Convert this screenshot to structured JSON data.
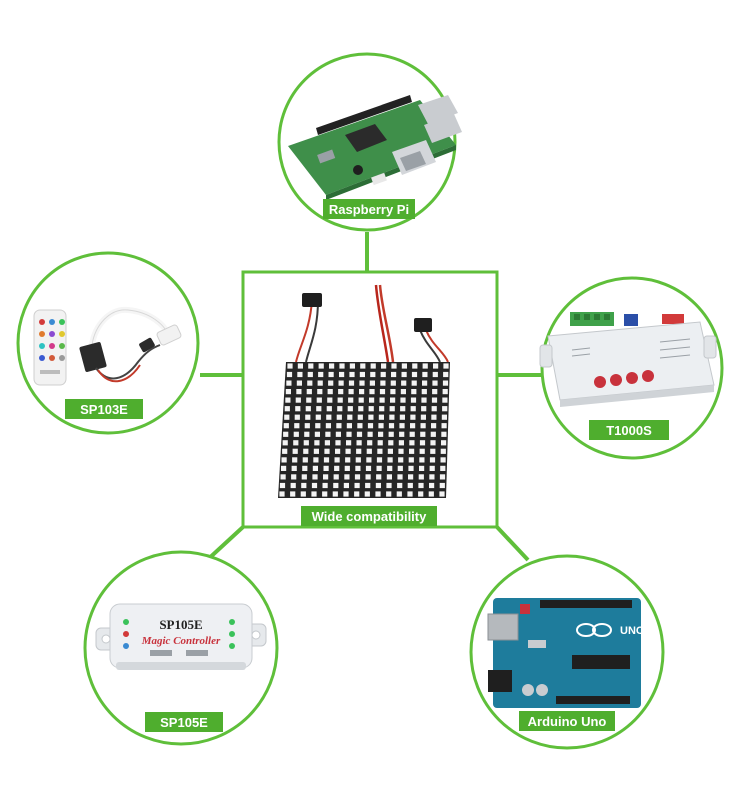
{
  "colors": {
    "accent": "#5fbf3a",
    "label_bg": "#4fae2e",
    "board_green": "#3f8f4a",
    "arduino_blue": "#1e7c9c",
    "controller_white": "#eceff2",
    "led_black": "#1c1c1c",
    "button_red": "#c8323c"
  },
  "icons": {
    "center": "led-matrix-panel-icon",
    "top": "raspberry-pi-board-icon",
    "left": "remote-and-controller-icon",
    "right": "t1000s-controller-icon",
    "bottom_left": "sp105e-controller-icon",
    "bottom_right": "arduino-board-icon"
  },
  "nodes": {
    "center": {
      "label": "Wide compatibility"
    },
    "top": {
      "label": "Raspberry Pi"
    },
    "left": {
      "label": "SP103E"
    },
    "right": {
      "label": "T1000S"
    },
    "bottom_left": {
      "label": "SP105E",
      "device_title": "SP105E",
      "device_subtitle": "Magic Controller"
    },
    "bottom_right": {
      "label": "Arduino Uno",
      "board_text": "UNO"
    }
  }
}
